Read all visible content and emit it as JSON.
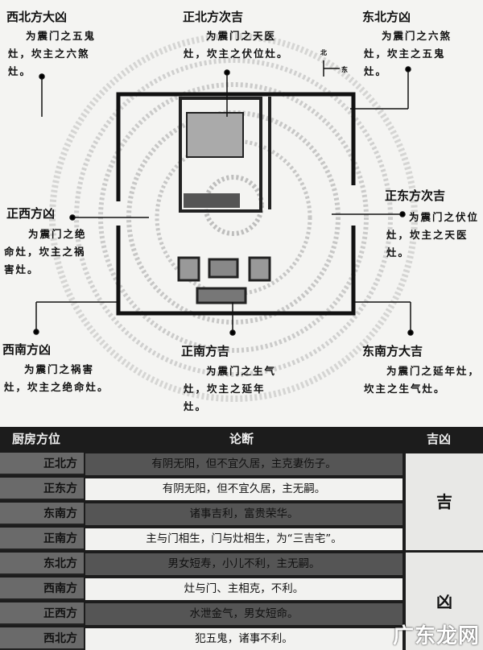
{
  "diagram": {
    "compass_label": "东",
    "north_label": "北",
    "directions": [
      {
        "title": "西北方大凶",
        "desc": "为震门之五鬼灶，坎主之六煞灶。"
      },
      {
        "title": "正北方次吉",
        "desc": "为震门之天医灶，坎主之伏位灶。"
      },
      {
        "title": "东北方凶",
        "desc": "为震门之六煞灶，坎主之五鬼灶。"
      },
      {
        "title": "正西方凶",
        "desc": "为震门之绝命灶，坎主之祸害灶。"
      },
      {
        "title": "正东方次吉",
        "desc": "为震门之伏位灶，坎主之天医灶。"
      },
      {
        "title": "西南方凶",
        "desc": "为震门之祸害灶，坎主之绝命灶。"
      },
      {
        "title": "正南方吉",
        "desc": "为震门之生气灶，坎主之延年灶。"
      },
      {
        "title": "东南方大吉",
        "desc": "为震门之延年灶，坎主之生气灶。"
      }
    ]
  },
  "table": {
    "headers": [
      "厨房方位",
      "论断",
      "吉凶"
    ],
    "rows": [
      {
        "pos": "正北方",
        "text": "有阴无阳，但不宜久居，主克妻伤子。"
      },
      {
        "pos": "正东方",
        "text": "有阴无阳，但不宜久居，主无嗣。"
      },
      {
        "pos": "东南方",
        "text": "诸事吉利，富贵荣华。"
      },
      {
        "pos": "正南方",
        "text": "主与门相生，门与灶相生，为“三吉宅”。"
      },
      {
        "pos": "东北方",
        "text": "男女短寿，小儿不利，主无嗣。"
      },
      {
        "pos": "西南方",
        "text": "灶与门、主相克，不利。"
      },
      {
        "pos": "正西方",
        "text": "水泄金气，男女短命。"
      },
      {
        "pos": "西北方",
        "text": "犯五鬼，诸事不利。"
      }
    ],
    "results": [
      "吉",
      "凶"
    ]
  },
  "watermark": "广东龙网"
}
